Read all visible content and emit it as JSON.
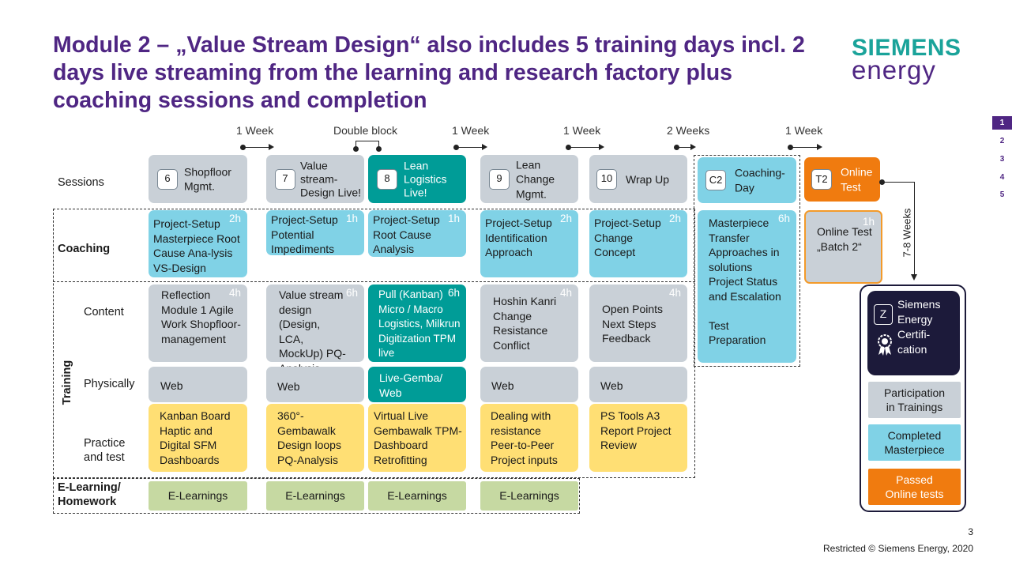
{
  "title": "Module 2 – „Value Stream Design“ also includes 5 training days incl. 2 days live streaming from the learning and research factory plus coaching sessions and completion",
  "logo": {
    "line1": "SIEMENS",
    "line2": "energy"
  },
  "nav": [
    "1",
    "2",
    "3",
    "4",
    "5"
  ],
  "intervals": [
    "1 Week",
    "Double block",
    "1 Week",
    "1 Week",
    "2 Weeks",
    "1 Week"
  ],
  "rows": {
    "sessions": "Sessions",
    "coaching": "Coaching",
    "content": "Content",
    "training": "Training",
    "physically": "Physically",
    "practice": "Practice and test",
    "elearning": "E-Learning/ Homework"
  },
  "sessions": [
    {
      "num": "6",
      "label": "Shopfloor Mgmt."
    },
    {
      "num": "7",
      "label": "Value stream-Design Live!"
    },
    {
      "num": "8",
      "label": "Lean Logistics Live!"
    },
    {
      "num": "9",
      "label": "Lean Change Mgmt."
    },
    {
      "num": "10",
      "label": "Wrap Up"
    },
    {
      "num": "C2",
      "label": "Coaching-Day"
    },
    {
      "num": "T2",
      "label": "Online Test"
    }
  ],
  "coaching": [
    {
      "text": "Project-Setup Masterpiece Root Cause Ana-lysis VS-Design",
      "duration": "2h"
    },
    {
      "text": "Project-Setup Potential Impediments",
      "duration": "1h"
    },
    {
      "text": "Project-Setup Root Cause Analysis",
      "duration": "1h"
    },
    {
      "text": "Project-Setup Identification Approach",
      "duration": "2h"
    },
    {
      "text": "Project-Setup Change Concept",
      "duration": "2h"
    },
    {
      "text": "Masterpiece Transfer Approaches in solutions Project Status and Escalation\n\nTest Preparation",
      "duration": "6h"
    },
    {
      "text": "Online Test „Batch 2“",
      "duration": "1h"
    }
  ],
  "content": [
    {
      "text": "Reflection Module 1 Agile Work Shopfloor-management",
      "duration": "4h"
    },
    {
      "text": "Value stream design (Design, LCA, MockUp) PQ-Analysis",
      "duration": "6h"
    },
    {
      "text": "Pull (Kanban) Micro / Macro Logistics, Milkrun Digitization TPM live",
      "duration": "6h"
    },
    {
      "text": "Hoshin Kanri Change Resistance Conflict",
      "duration": "4h"
    },
    {
      "text": "Open Points Next Steps Feedback",
      "duration": "4h"
    }
  ],
  "physically": [
    "Web",
    "Web",
    "Live-Gemba/ Web",
    "Web",
    "Web"
  ],
  "practice": [
    "Kanban Board Haptic and Digital SFM Dashboards",
    "360°-Gembawalk Design loops PQ-Analysis",
    "Virtual Live Gembawalk TPM-Dashboard Retrofitting",
    "Dealing with resistance Peer-to-Peer Project inputs",
    "PS Tools A3 Report Project Review"
  ],
  "elearning": [
    "E-Learnings",
    "E-Learnings",
    "E-Learnings",
    "E-Learnings"
  ],
  "weeks_label": "7-8 Weeks",
  "certification": {
    "badge": "Z",
    "label": "Siemens Energy Certifi-cation",
    "requirements": [
      "Participation in Trainings",
      "Completed Masterpiece",
      "Passed Online tests"
    ]
  },
  "footer": {
    "page": "3",
    "copyright": "Restricted © Siemens Energy, 2020"
  },
  "colors": {
    "accent": "#4f2683",
    "teal": "#009c97",
    "gray": "#c9d0d7",
    "blue": "#80d2e6",
    "yellow": "#ffdf74",
    "green": "#c6d9a2",
    "orange": "#f07b0f",
    "dark": "#1c1a3a"
  }
}
